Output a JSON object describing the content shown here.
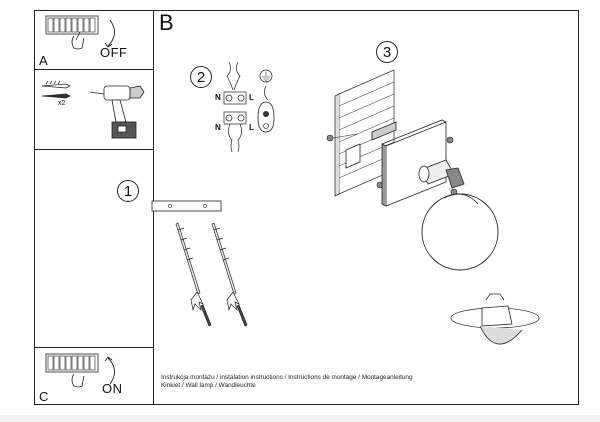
{
  "panel_a": {
    "letter": "A",
    "switch_text": "OFF"
  },
  "panel_tools": {
    "quantity": "x2"
  },
  "panel_c": {
    "letter": "C",
    "switch_text": "ON"
  },
  "main": {
    "letter": "B"
  },
  "steps": {
    "one": "1",
    "two": "2",
    "three": "3"
  },
  "terminal": {
    "n_top": "N",
    "l_top": "L",
    "n_bottom": "N",
    "l_bottom": "L"
  },
  "caption": {
    "line1": "Instrukcja montażu / instalation instructions / Instructions de montage / Montageanleitung",
    "line2": "Kinkiet / Wall lamp / Wandleuchte"
  }
}
